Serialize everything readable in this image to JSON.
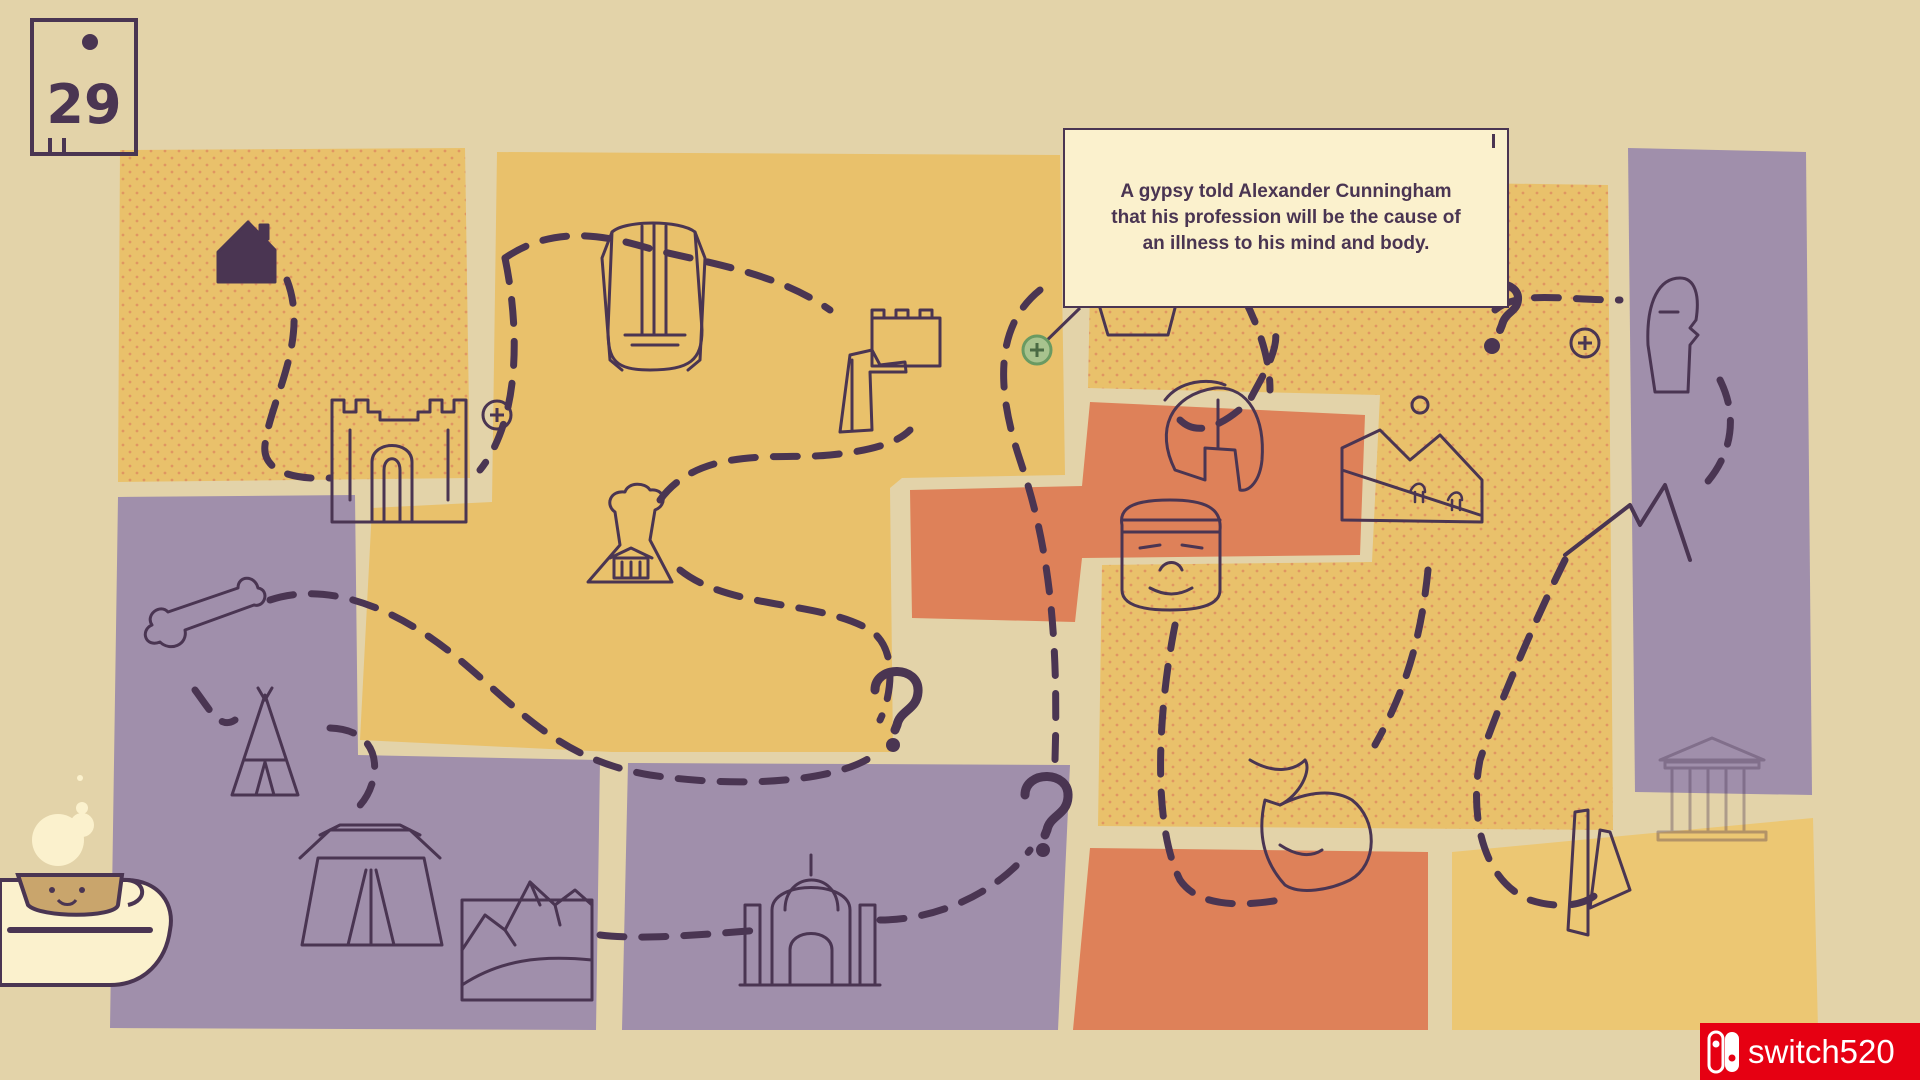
{
  "day_counter": {
    "value": "29"
  },
  "tooltip": {
    "text": "A gypsy told Alexander Cunningham that his profession will be the cause of an illness to his mind and body."
  },
  "watermark": {
    "label": "switch520"
  },
  "colors": {
    "background": "#e3d3a9",
    "yellow": "#e9c16b",
    "yellow_light": "#ecc773",
    "purple": "#a08fab",
    "orange": "#de8159",
    "ink": "#4a3552",
    "green": "#6a9a62",
    "tooltip_bg": "#fbf1cd",
    "watermark_red": "#e60012"
  },
  "map_nodes": [
    "home-icon",
    "castle-gate-icon",
    "tunic-icon",
    "great-wall-icon",
    "volcano-temple-icon",
    "spartan-helmet-icon",
    "olmec-head-icon",
    "desert-camels-icon",
    "moai-icon",
    "bone-icon",
    "teepee-icon",
    "chinese-palace-icon",
    "mountains-icon",
    "taj-mahal-icon",
    "bull-icon",
    "stone-pillars-icon",
    "greek-temple-icon",
    "mountain-peak-icon",
    "mystery-node-1",
    "mystery-node-2",
    "mystery-node-3",
    "bonus-node-1",
    "bonus-node-2",
    "bonus-node-3",
    "current-location-marker",
    "empty-node"
  ],
  "tea_cup": {
    "icon": "tea-cup-icon"
  }
}
